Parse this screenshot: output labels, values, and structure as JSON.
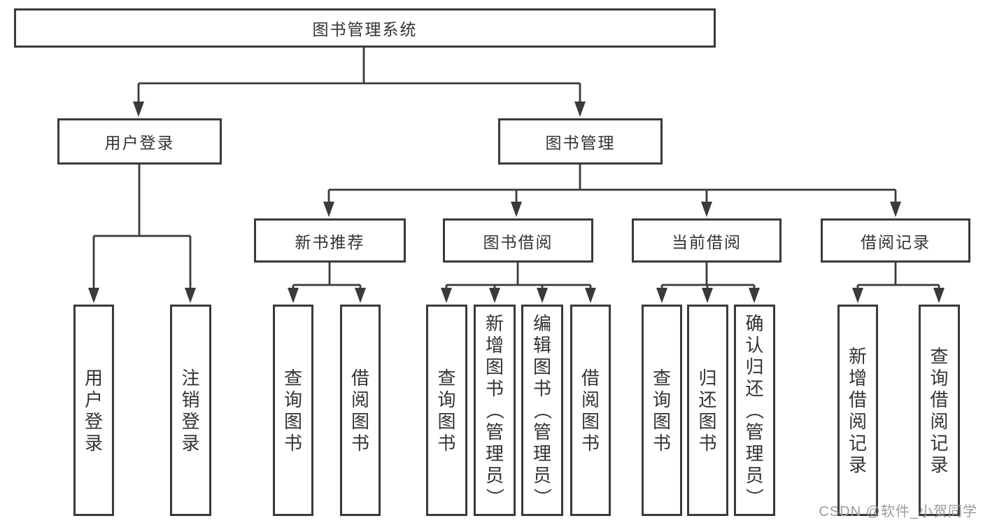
{
  "tree": {
    "root": {
      "label": "图书管理系统"
    },
    "branches": [
      {
        "label": "用户登录",
        "children": [
          {
            "label": "用户登录"
          },
          {
            "label": "注销登录"
          }
        ]
      },
      {
        "label": "图书管理",
        "children": [
          {
            "label": "新书推荐",
            "children": [
              {
                "label": "查询图书"
              },
              {
                "label": "借阅图书"
              }
            ]
          },
          {
            "label": "图书借阅",
            "children": [
              {
                "label": "查询图书"
              },
              {
                "label": "新增图书（管理员）"
              },
              {
                "label": "编辑图书（管理员）"
              },
              {
                "label": "借阅图书"
              }
            ]
          },
          {
            "label": "当前借阅",
            "children": [
              {
                "label": "查询图书"
              },
              {
                "label": "归还图书"
              },
              {
                "label": "确认归还（管理员）"
              }
            ]
          },
          {
            "label": "借阅记录",
            "children": [
              {
                "label": "新增借阅记录"
              },
              {
                "label": "查询借阅记录"
              }
            ]
          }
        ]
      }
    ]
  },
  "watermark": {
    "text": "CSDN @软件_小贺同学"
  },
  "colors": {
    "line": "#3a3a3a",
    "box_border": "#3a3a3a",
    "text": "#333333",
    "watermark": "#9c9c9c",
    "background": "#ffffff"
  }
}
